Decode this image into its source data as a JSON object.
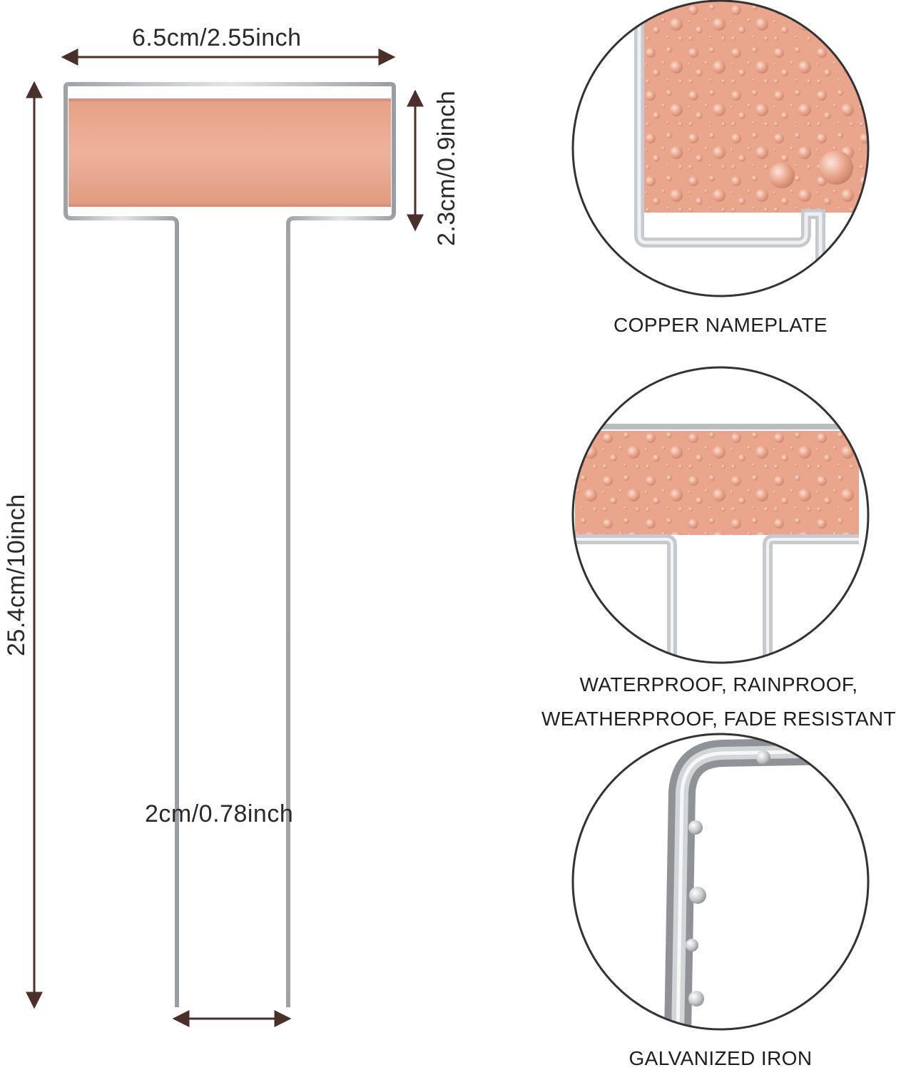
{
  "dimensions": {
    "width_label": "6.5cm/2.55inch",
    "plate_height_label": "2.3cm/0.9inch",
    "total_length_label": "25.4cm/10inch",
    "leg_spacing_label": "2cm/0.78inch"
  },
  "features": [
    {
      "caption": "COPPER NAMEPLATE",
      "image": "water-drops-on-copper-plate-closeup"
    },
    {
      "caption_line1": "WATERPROOF, RAINPROOF,",
      "caption_line2": "WEATHERPROOF, FADE RESISTANT",
      "image": "water-drops-on-label-stake-closeup"
    },
    {
      "caption": "GALVANIZED IRON",
      "image": "water-drops-on-wire-bend-closeup"
    }
  ],
  "colors": {
    "copper": "#e9a48a",
    "wire": "#b9bcc0",
    "arrow": "#4a2f2a",
    "circle_border": "#333333"
  }
}
